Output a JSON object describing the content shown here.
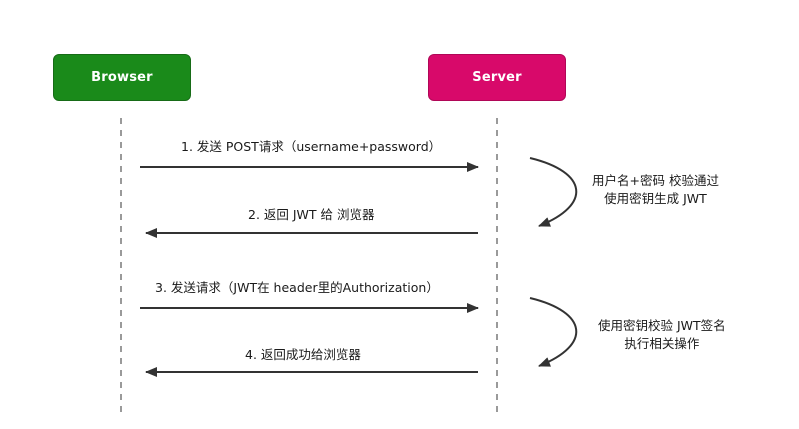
{
  "actors": {
    "browser": {
      "label": "Browser",
      "color": "#1a8a1a"
    },
    "server": {
      "label": "Server",
      "color": "#d8096a"
    }
  },
  "messages": [
    {
      "label": "1. 发送 POST请求（username+password）",
      "direction": "browser-to-server"
    },
    {
      "label": "2. 返回 JWT 给 浏览器",
      "direction": "server-to-browser"
    },
    {
      "label": "3. 发送请求（JWT在 header里的Authorization）",
      "direction": "browser-to-server"
    },
    {
      "label": "4. 返回成功给浏览器",
      "direction": "server-to-browser"
    }
  ],
  "notes": [
    {
      "lines": [
        "用户名+密码 校验通过",
        "使用密钥生成 JWT"
      ]
    },
    {
      "lines": [
        "使用密钥校验 JWT签名",
        "执行相关操作"
      ]
    }
  ]
}
